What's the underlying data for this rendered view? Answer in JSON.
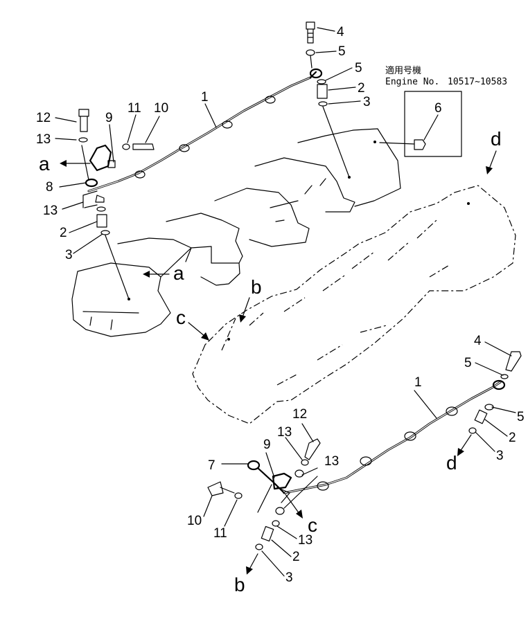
{
  "header": {
    "applicability_jp": "適用号機",
    "engine_prefix": "Engine  No.",
    "serial_range": "10517~10583"
  },
  "callouts": {
    "n1": "1",
    "n2": "2",
    "n3": "3",
    "n4": "4",
    "n5": "5",
    "n6": "6",
    "n7": "7",
    "n8": "8",
    "n9": "9",
    "n10": "10",
    "n11": "11",
    "n12": "12",
    "n13": "13"
  },
  "refs": {
    "a": "a",
    "b": "b",
    "c": "c",
    "d": "d"
  }
}
